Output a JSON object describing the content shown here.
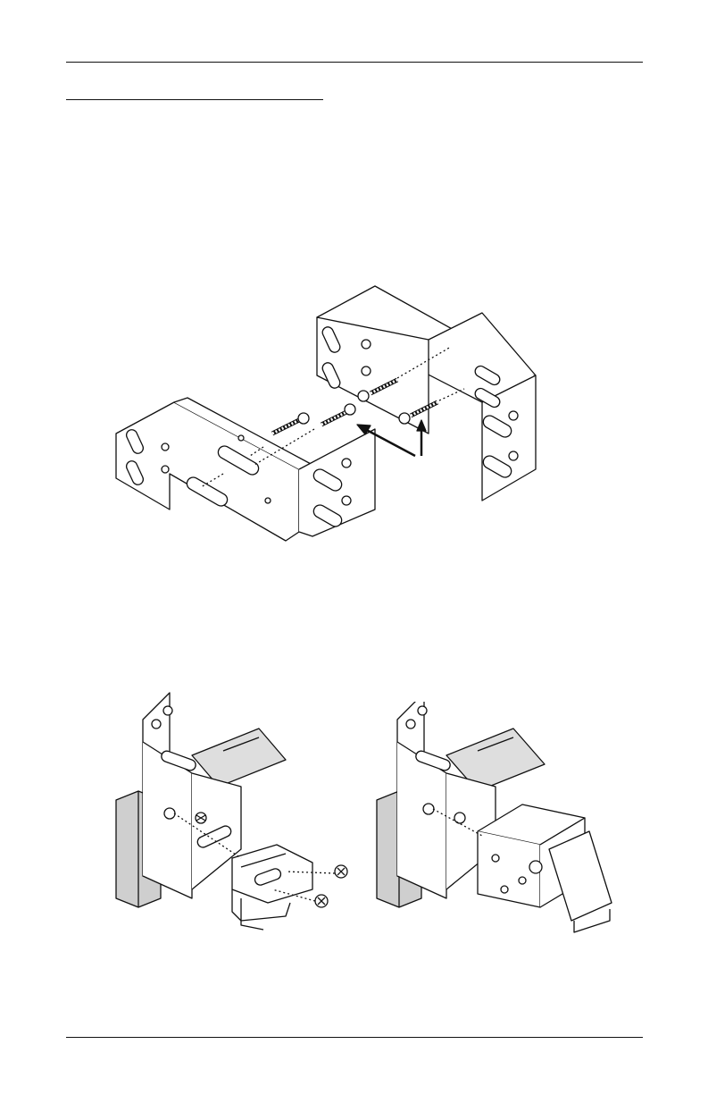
{
  "page": {
    "header_rule": "",
    "footer_rule": ""
  },
  "figures": [
    {
      "name": "bracket-assembly-screws",
      "icon": "bracket-icon"
    },
    {
      "name": "bracket-mount-with-clip",
      "icon": "mount-clip-icon"
    },
    {
      "name": "bracket-mount-with-headrail",
      "icon": "headrail-icon"
    }
  ],
  "colors": {
    "line": "#111111",
    "wall": "#cfcfcf",
    "rail": "#dedede"
  }
}
